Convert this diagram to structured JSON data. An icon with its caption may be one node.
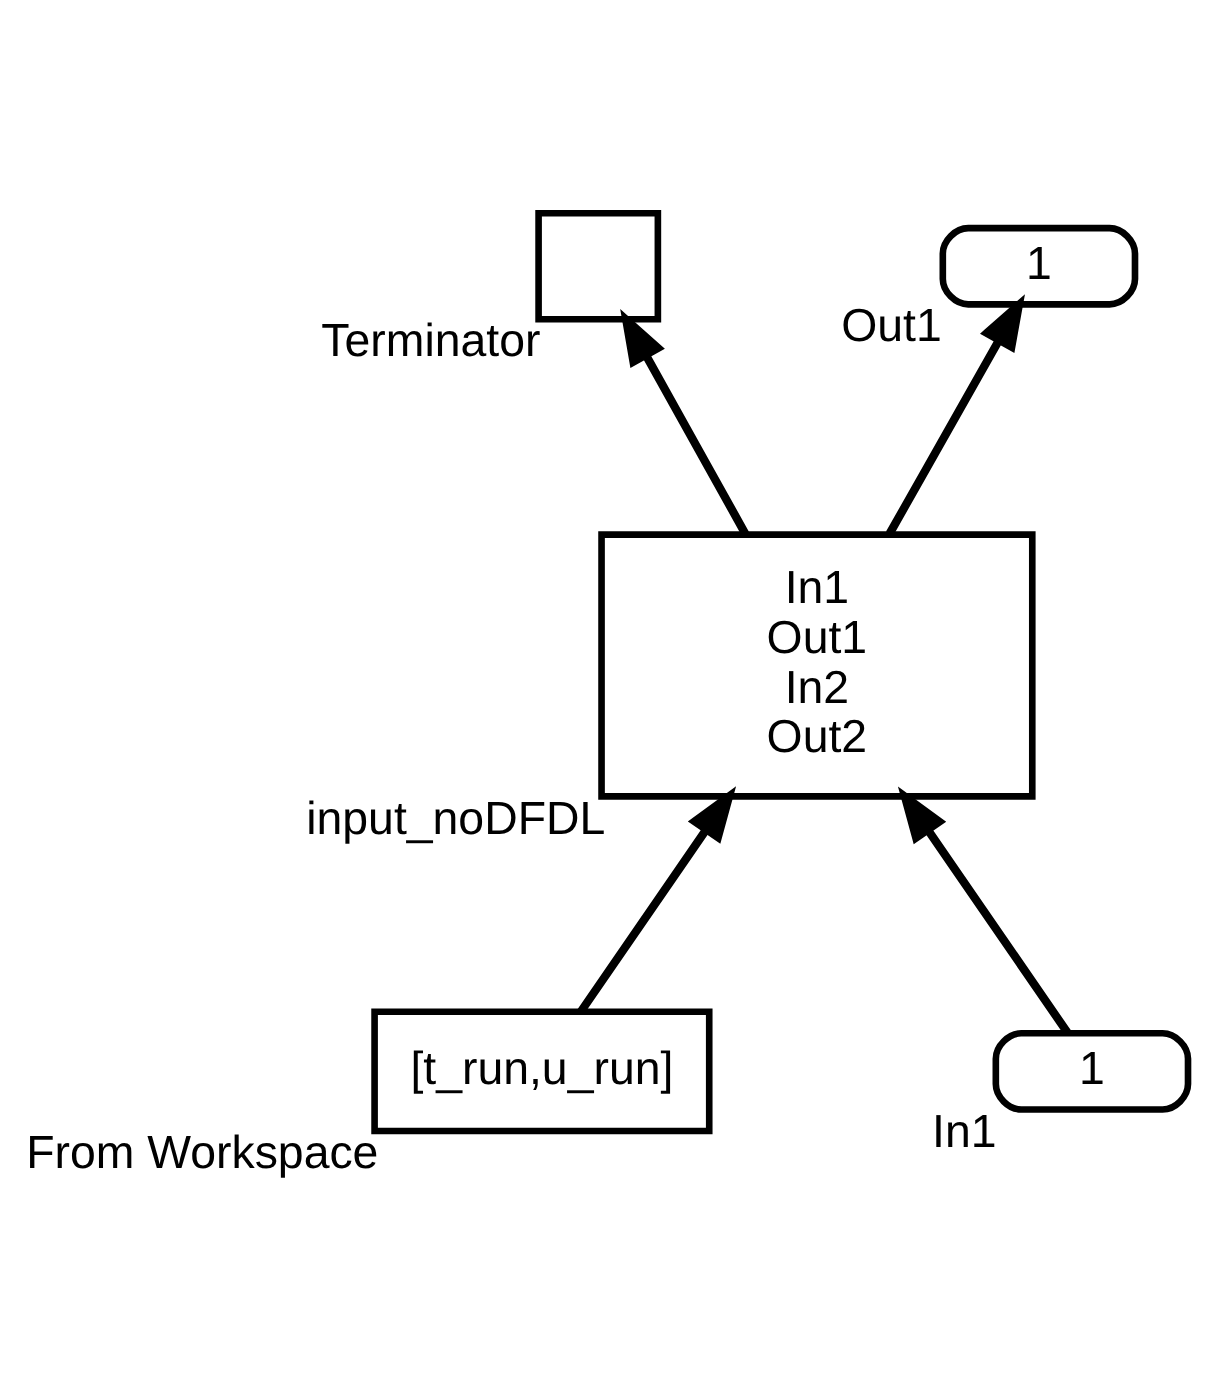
{
  "diagram": {
    "nodes": [
      {
        "text": [],
        "shape": "box",
        "beside": [
          "Terminator"
        ]
      },
      {
        "text": [
          "1"
        ],
        "beside": [
          "Out1"
        ]
      },
      {
        "text": [
          "In1",
          "Out1",
          "In2",
          "Out2"
        ],
        "beside": [
          "input_noDFDL"
        ]
      },
      {
        "text": [
          "[t_run,u_run]"
        ],
        "beside": [
          "From Workspace"
        ]
      },
      {
        "text": [
          "1"
        ],
        "beside": [
          "In1"
        ]
      }
    ],
    "edges": [
      {
        "from": 2,
        "to": 0,
        "arrow": "to"
      },
      {
        "from": 2,
        "to": 1,
        "arrow": "to"
      },
      {
        "from": 3,
        "to": 2,
        "arrow": "to"
      },
      {
        "from": 4,
        "to": 2,
        "arrow": "to"
      }
    ]
  }
}
